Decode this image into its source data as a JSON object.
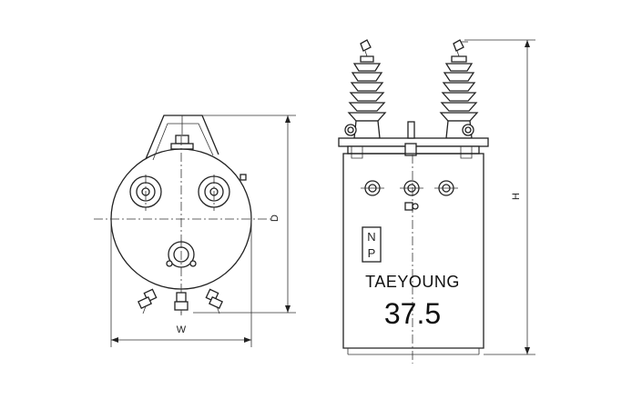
{
  "labels": {
    "width_dim": "W",
    "depth_dim": "D",
    "height_dim": "H",
    "nameplate_line1": "N",
    "nameplate_line2": "P",
    "brand": "TAEYOUNG",
    "rating": "37.5"
  }
}
